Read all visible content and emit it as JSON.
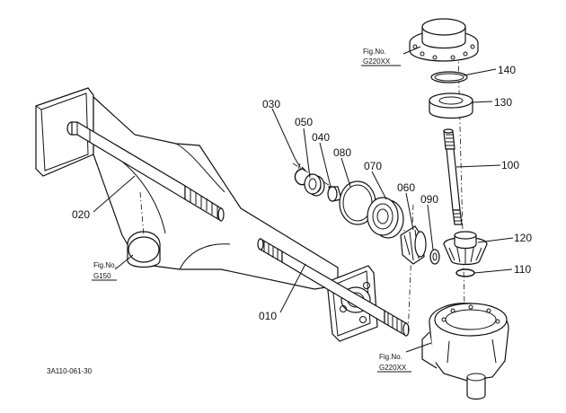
{
  "drawing_code": "3A110-061-30",
  "fig_refs": [
    {
      "id": "top",
      "line1": "Fig.No.",
      "line2": "G220XX"
    },
    {
      "id": "left",
      "line1": "Fig.No.",
      "line2": "G150"
    },
    {
      "id": "bottom",
      "line1": "Fig.No.",
      "line2": "G220XX"
    }
  ],
  "parts": {
    "p010": "010",
    "p020": "020",
    "p030": "030",
    "p040": "040",
    "p050": "050",
    "p060": "060",
    "p070": "070",
    "p080": "080",
    "p090": "090",
    "p100": "100",
    "p110": "110",
    "p120": "120",
    "p130": "130",
    "p140": "140"
  }
}
